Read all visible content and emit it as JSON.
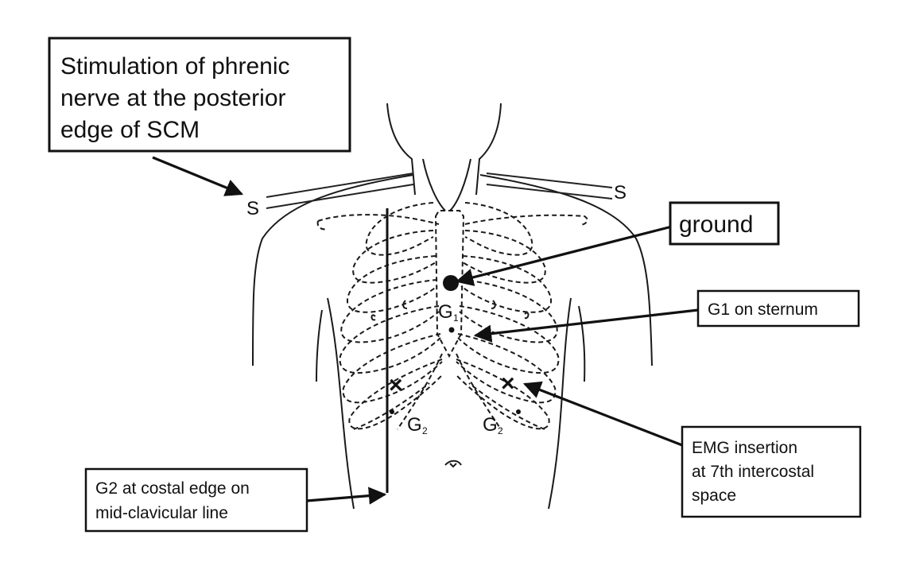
{
  "labels": {
    "stimulation_line1": "Stimulation of phrenic",
    "stimulation_line2": "nerve at the posterior",
    "stimulation_line3": "edge of SCM",
    "ground": "ground",
    "g1_box": "G1 on sternum",
    "emg_line1": "EMG insertion",
    "emg_line2": "at 7th intercostal",
    "emg_line3": "space",
    "g2_line1": "G2 at costal edge on",
    "g2_line2": "mid-clavicular line"
  },
  "markers": {
    "s_left": "S",
    "s_right": "S",
    "g1": "G",
    "g1_sub": "1",
    "g2_left": "G",
    "g2_left_sub": "2",
    "g2_right": "G",
    "g2_right_sub": "2",
    "x_left": "×",
    "x_right": "×"
  }
}
